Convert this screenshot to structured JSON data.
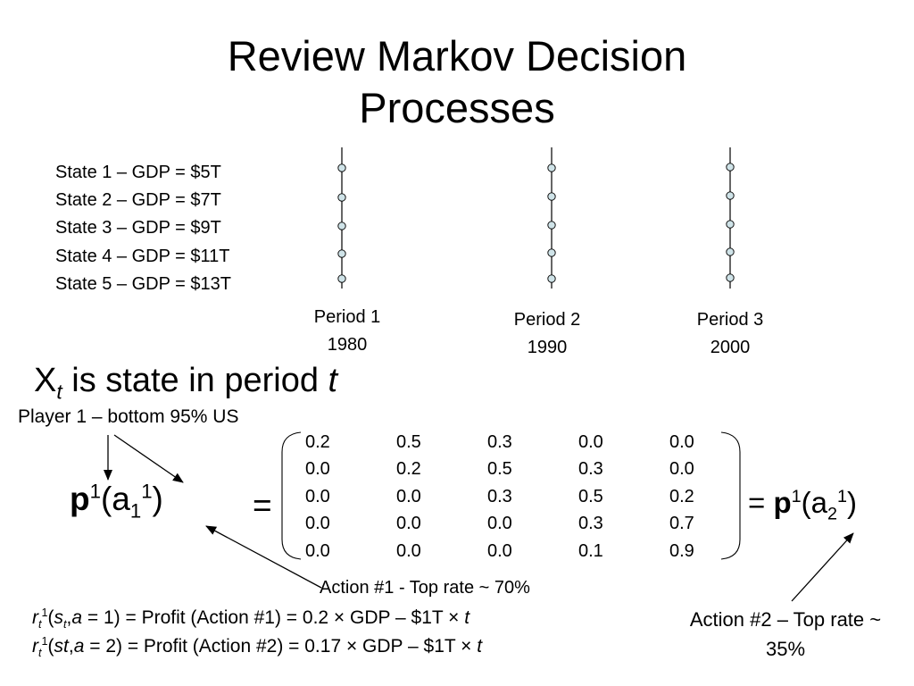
{
  "title": {
    "line1": "Review Markov Decision",
    "line2": "Processes"
  },
  "states": [
    "State 1 – GDP = $5T",
    "State 2 – GDP = $7T",
    "State 3 – GDP = $9T",
    "State 4 – GDP = $11T",
    "State 5 – GDP = $13T"
  ],
  "periods": [
    {
      "label": "Period 1",
      "year": "1980"
    },
    {
      "label": "Period 2",
      "year": "1990"
    },
    {
      "label": "Period 3",
      "year": "2000"
    }
  ],
  "xt": {
    "x": "X",
    "sub": "t",
    "text": " is state in period ",
    "t": "t"
  },
  "player_label": "Player 1 – bottom 95% US",
  "p_left": {
    "p": "p",
    "sup1": "1",
    "open": "(a",
    "sub1": "1",
    "sup2": "1",
    "close": ")"
  },
  "equals": "=",
  "p_right": {
    "eq": "= ",
    "p": "p",
    "sup1": "1",
    "open": "(a",
    "sub1": "2",
    "sup2": "1",
    "close": ")"
  },
  "matrix": [
    [
      "0.2",
      "0.5",
      "0.3",
      "0.0",
      "0.0"
    ],
    [
      "0.0",
      "0.2",
      "0.5",
      "0.3",
      "0.0"
    ],
    [
      "0.0",
      "0.0",
      "0.3",
      "0.5",
      "0.2"
    ],
    [
      "0.0",
      "0.0",
      "0.0",
      "0.3",
      "0.7"
    ],
    [
      "0.0",
      "0.0",
      "0.0",
      "0.1",
      "0.9"
    ]
  ],
  "action1_label": "Action #1 - Top rate ~ 70%",
  "action2_label": "Action #2 – Top rate ~ 35%",
  "profit_lines": [
    {
      "r": "r",
      "sub": "t",
      "sup": "1",
      "args_pre": "(",
      "s": "s",
      "s_sub": "t",
      "comma": ",",
      "a": "a",
      "rest": " = 1) = Profit (Action #1) = 0.2 × GDP – $1T × ",
      "t": "t"
    },
    {
      "r": "r",
      "sub": "t",
      "sup": "1",
      "args_pre": "(",
      "st": "st",
      "comma": ",",
      "a": "a",
      "rest": " = 2) = Profit (Action #2) = 0.17 × GDP – $1T × ",
      "t": "t"
    }
  ],
  "colors": {
    "node_fill": "#cfe3e8",
    "line": "#000000"
  }
}
